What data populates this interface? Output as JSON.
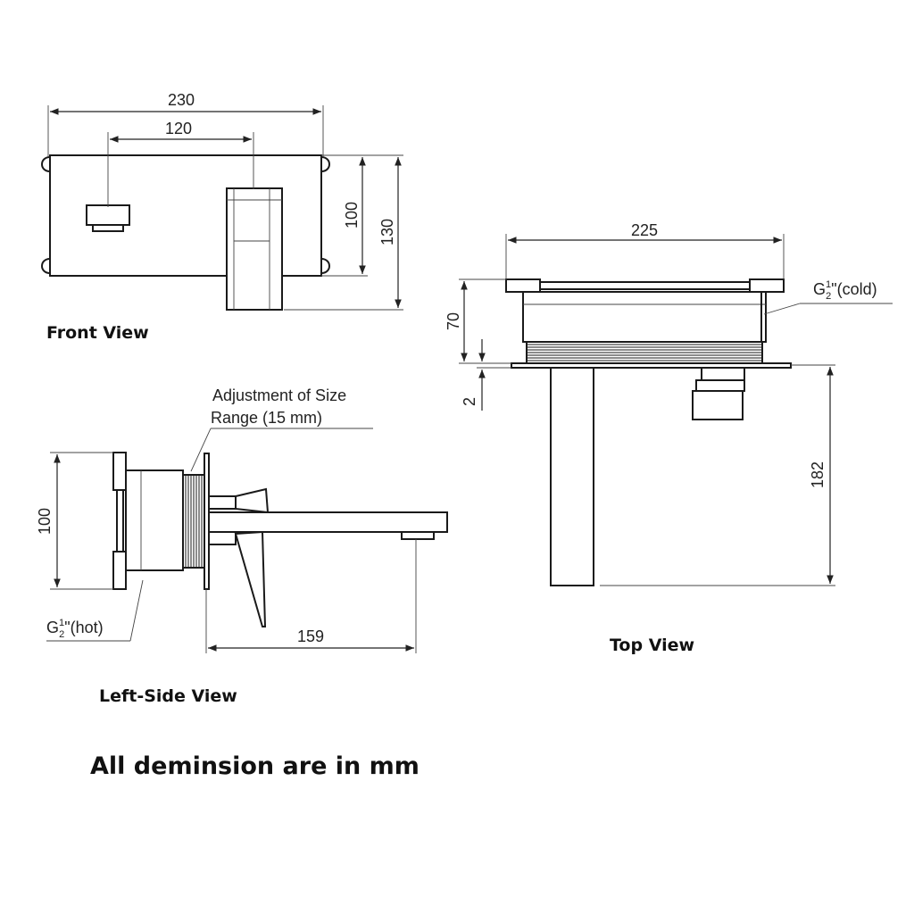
{
  "front_view": {
    "label": "Front View",
    "dim_width": "230",
    "dim_spacing": "120",
    "dim_body_height": "100",
    "dim_total_height": "130"
  },
  "top_view": {
    "label": "Top View",
    "dim_width": "225",
    "dim_depth": "70",
    "dim_plate": "2",
    "dim_spout_length": "182",
    "inlet_cold": {
      "prefix": "G",
      "num": "1",
      "den": "2",
      "suffix": "\"(cold)"
    }
  },
  "side_view": {
    "label": "Left-Side View",
    "dim_height": "100",
    "dim_projection": "159",
    "adjustment_line1": "Adjustment of Size",
    "adjustment_line2": "Range (15 mm)",
    "inlet_hot": {
      "prefix": "G",
      "num": "1",
      "den": "2",
      "suffix": "\"(hot)"
    }
  },
  "footer_note": "All deminsion are in mm"
}
